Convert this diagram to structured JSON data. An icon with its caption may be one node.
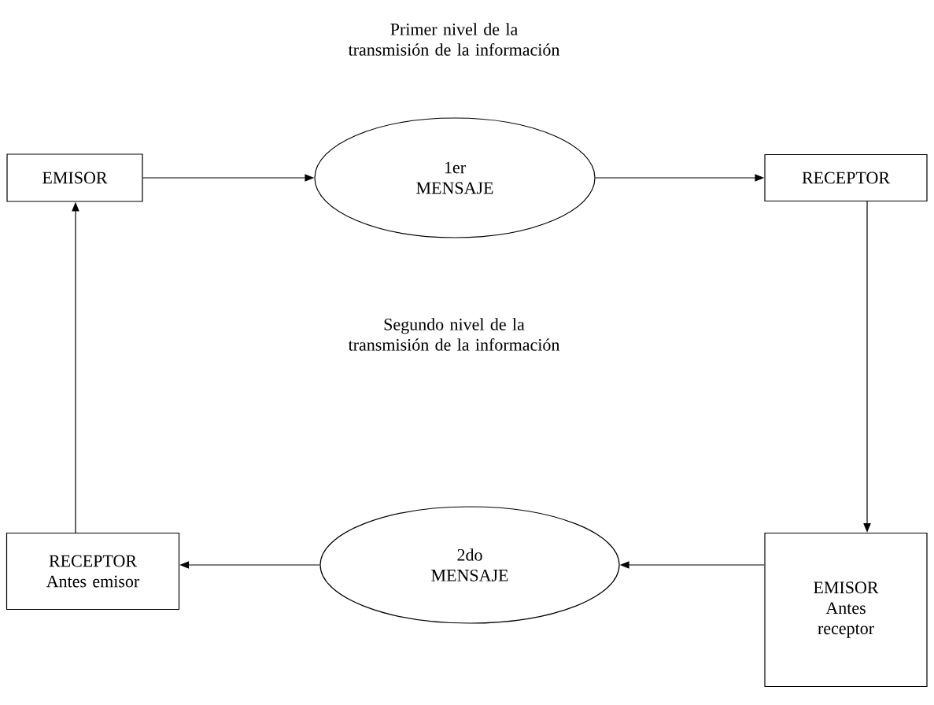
{
  "diagram": {
    "nodes": [
      {
        "text": [
          "EMISOR"
        ]
      },
      {
        "text": [
          "1er MENSAJE"
        ]
      },
      {
        "text": [
          "RECEPTOR"
        ]
      },
      {
        "text": [
          "EMISOR",
          "Antes receptor"
        ]
      },
      {
        "text": [
          "2do MENSAJE"
        ]
      },
      {
        "text": [
          "RECEPTOR",
          "Antes emisor"
        ]
      }
    ],
    "edges": [
      {
        "from": 0,
        "to": 1,
        "arrow": "to"
      },
      {
        "from": 1,
        "to": 2,
        "arrow": "to"
      },
      {
        "from": 2,
        "to": 3,
        "arrow": "to"
      },
      {
        "from": 3,
        "to": 4,
        "arrow": "to"
      },
      {
        "from": 4,
        "to": 5,
        "arrow": "to"
      },
      {
        "from": 5,
        "to": 0,
        "arrow": "to"
      }
    ],
    "labels": [
      "Primer nivel de la transmisión de la información",
      "Segundo nivel de la transmisión de la información"
    ]
  }
}
